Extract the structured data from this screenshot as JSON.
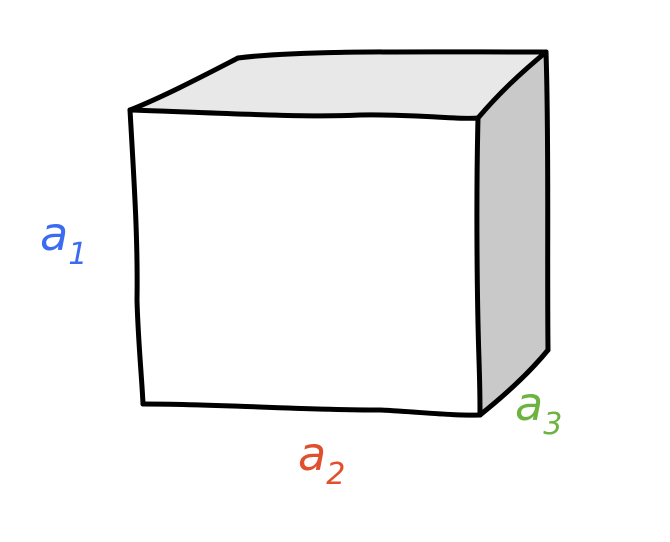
{
  "labels": {
    "height": {
      "letter": "a",
      "index": "1"
    },
    "width": {
      "letter": "a",
      "index": "2"
    },
    "depth": {
      "letter": "a",
      "index": "3"
    }
  },
  "colors": {
    "height_label": "#3a6bf0",
    "width_label": "#e0502c",
    "depth_label": "#6cb33f",
    "outline": "#000000",
    "front_face": "#ffffff",
    "top_face": "#e8e8e8",
    "side_face": "#c9c9c9"
  }
}
